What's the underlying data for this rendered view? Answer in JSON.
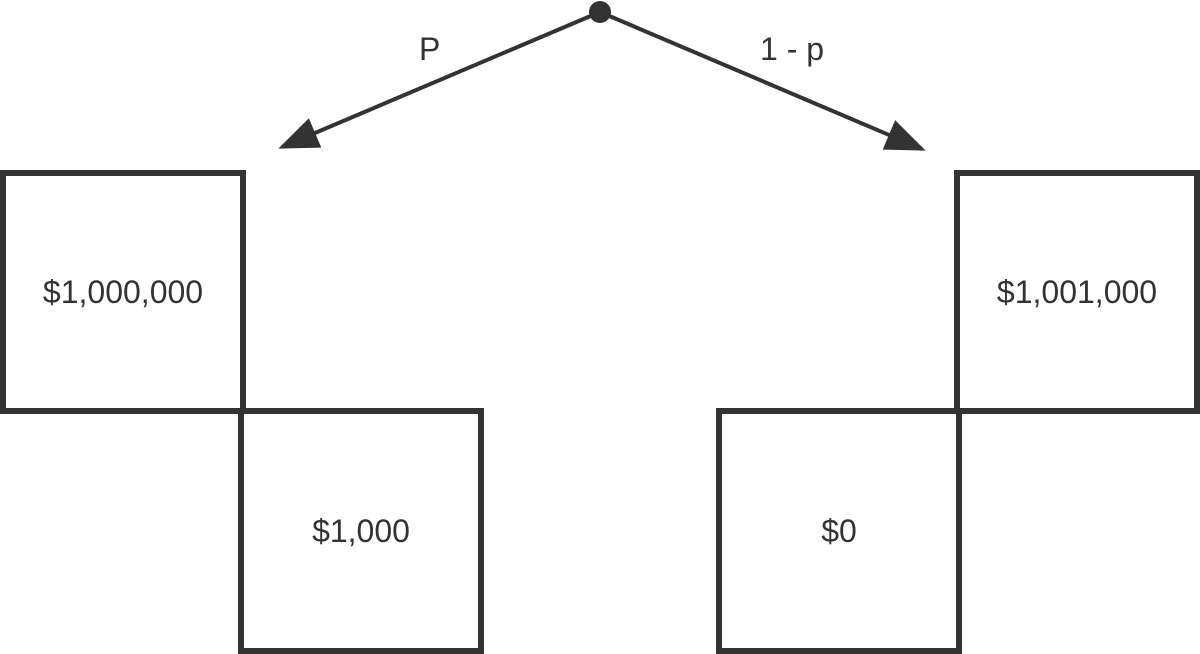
{
  "branches": {
    "left": {
      "label": "P"
    },
    "right": {
      "label": "1 - p"
    }
  },
  "outcomes": {
    "left_top": "$1,000,000",
    "left_bottom": "$1,000",
    "right_top": "$1,001,000",
    "right_bottom": "$0"
  },
  "colors": {
    "stroke": "#333333",
    "background": "#ffffff"
  }
}
